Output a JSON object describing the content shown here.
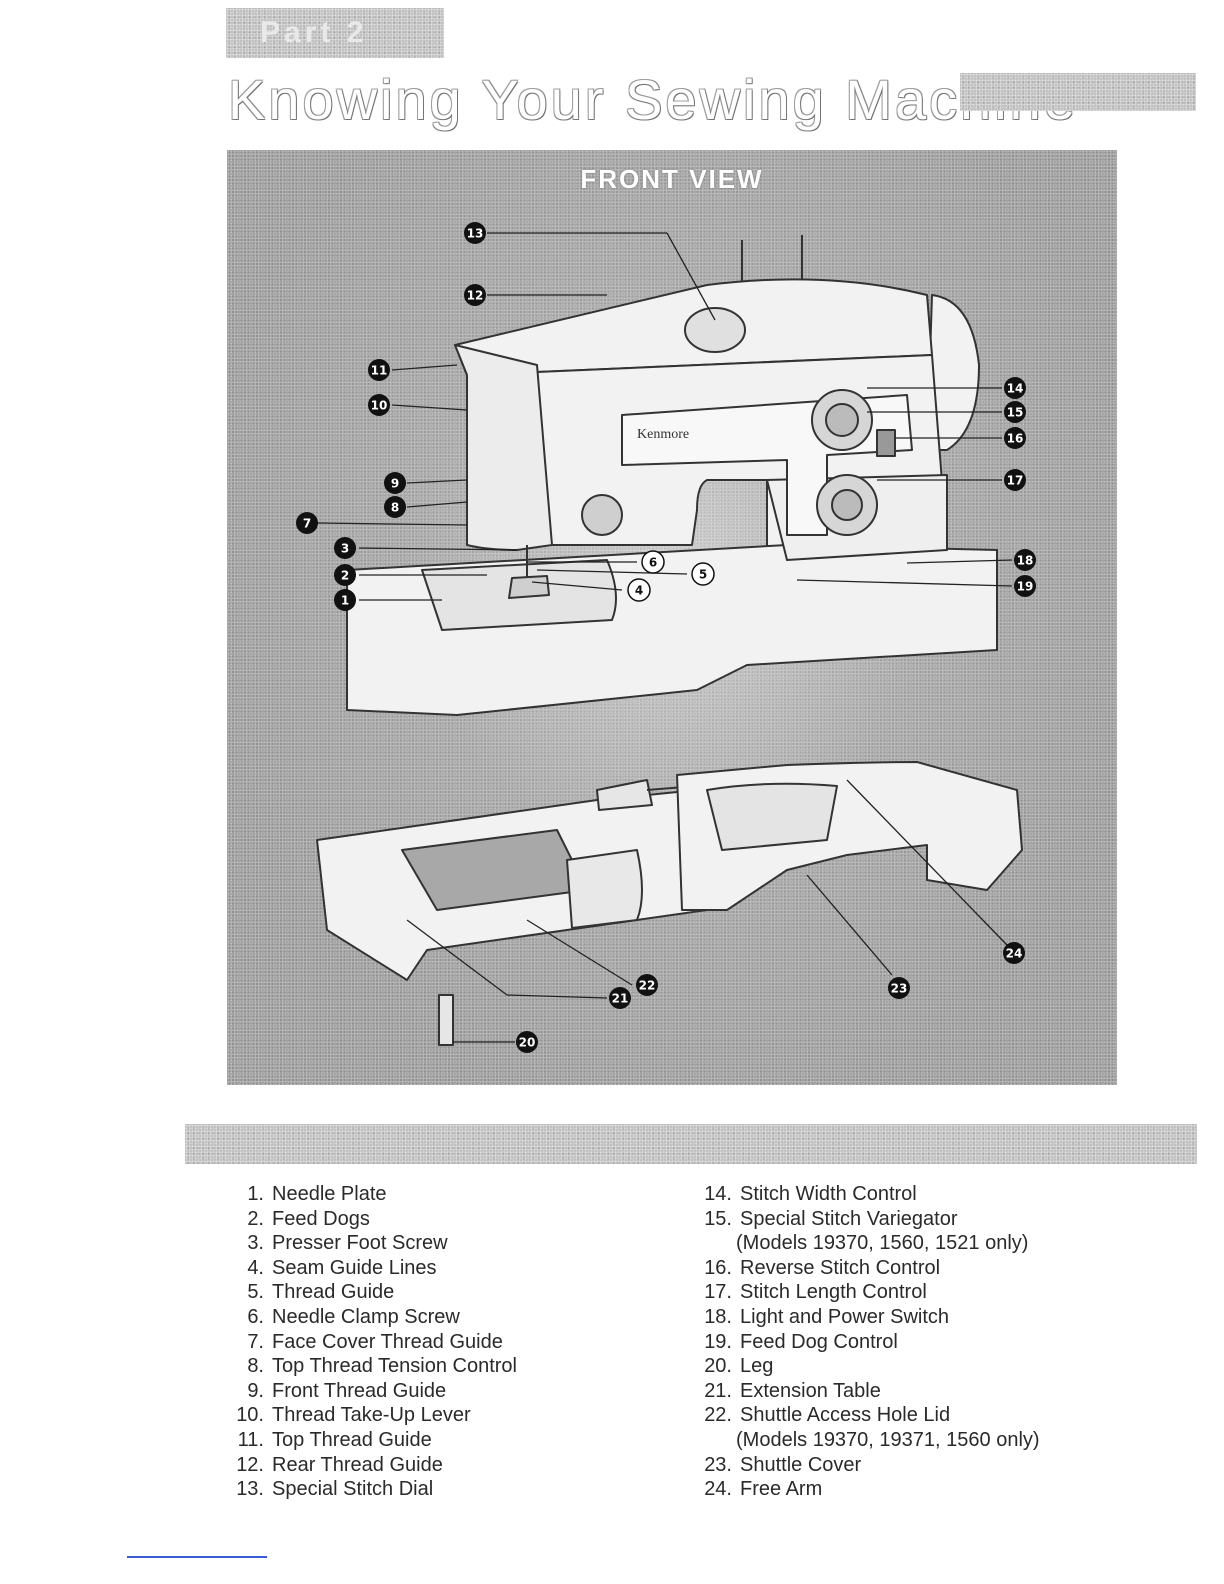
{
  "header": {
    "part_label": "Part 2",
    "title": "Knowing Your Sewing Machine"
  },
  "figure": {
    "title": "FRONT VIEW",
    "brand_label": "Kenmore",
    "callouts": [
      "1",
      "2",
      "3",
      "4",
      "5",
      "6",
      "7",
      "8",
      "9",
      "10",
      "11",
      "12",
      "13",
      "14",
      "15",
      "16",
      "17",
      "18",
      "19",
      "20",
      "21",
      "22",
      "23",
      "24"
    ]
  },
  "legend": {
    "left": [
      {
        "num": "1.",
        "text": "Needle Plate"
      },
      {
        "num": "2.",
        "text": "Feed Dogs"
      },
      {
        "num": "3.",
        "text": "Presser Foot Screw"
      },
      {
        "num": "4.",
        "text": "Seam Guide Lines"
      },
      {
        "num": "5.",
        "text": "Thread Guide"
      },
      {
        "num": "6.",
        "text": "Needle Clamp Screw"
      },
      {
        "num": "7.",
        "text": "Face Cover Thread Guide"
      },
      {
        "num": "8.",
        "text": "Top Thread Tension Control"
      },
      {
        "num": "9.",
        "text": "Front Thread Guide"
      },
      {
        "num": "10.",
        "text": "Thread Take-Up Lever"
      },
      {
        "num": "11.",
        "text": "Top Thread Guide"
      },
      {
        "num": "12.",
        "text": "Rear Thread Guide"
      },
      {
        "num": "13.",
        "text": "Special Stitch Dial"
      }
    ],
    "right": [
      {
        "num": "14.",
        "text": "Stitch Width Control"
      },
      {
        "num": "15.",
        "text": "Special Stitch Variegator",
        "note": "(Models 19370, 1560, 1521 only)"
      },
      {
        "num": "16.",
        "text": "Reverse Stitch Control"
      },
      {
        "num": "17.",
        "text": "Stitch Length Control"
      },
      {
        "num": "18.",
        "text": "Light and Power Switch"
      },
      {
        "num": "19.",
        "text": "Feed Dog Control"
      },
      {
        "num": "20.",
        "text": "Leg"
      },
      {
        "num": "21.",
        "text": "Extension Table"
      },
      {
        "num": "22.",
        "text": "Shuttle Access Hole Lid",
        "note": "(Models 19370, 19371, 1560 only)"
      },
      {
        "num": "23.",
        "text": "Shuttle Cover"
      },
      {
        "num": "24.",
        "text": "Free Arm"
      }
    ]
  }
}
